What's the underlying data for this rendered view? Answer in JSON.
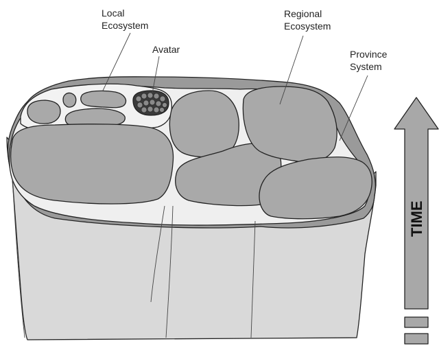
{
  "labels": {
    "local_line1": "Local",
    "local_line2": "Ecosystem",
    "avatar": "Avatar",
    "regional_line1": "Regional",
    "regional_line2": "Ecosystem",
    "province_line1": "Province",
    "province_line2": "System",
    "time": "TIME"
  },
  "colors": {
    "block_fill": "#d9d9d9",
    "cell_fill": "#a9a9a9",
    "province_fill": "#9a9a9a",
    "channel_fill": "#efefef",
    "arrow_fill": "#a8a8a8",
    "outline": "#222222"
  }
}
